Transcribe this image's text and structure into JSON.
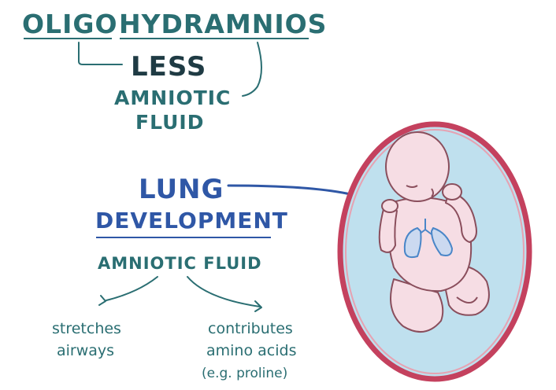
{
  "term": {
    "prefix": "OLIGO",
    "root": "HYDRAMNIOS",
    "prefix_meaning": "LESS",
    "root_meaning_line1": "AMNIOTIC",
    "root_meaning_line2": "FLUID"
  },
  "lung": {
    "line1": "LUNG",
    "line2": "DEVELOPMENT"
  },
  "fluid": {
    "heading": "AMNIOTIC FLUID",
    "effect1_line1": "stretches",
    "effect1_line2": "airways",
    "effect2_line1": "contributes",
    "effect2_line2": "amino acids",
    "effect2_note": "(e.g. proline)"
  },
  "colors": {
    "teal": "#2a6e72",
    "blue": "#2f57a6",
    "uterus_wall": "#c4415e",
    "amniotic_fluid": "#bfe0ee",
    "fetus_skin": "#f6dde4",
    "lung_blue": "#4a86c8"
  }
}
